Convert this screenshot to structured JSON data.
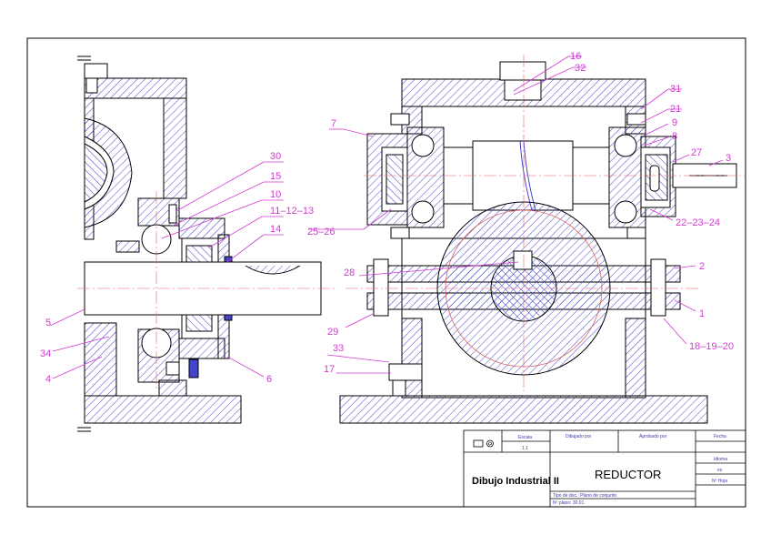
{
  "title_block": {
    "escala_label": "Escala",
    "escala_value": "1:1",
    "dibujado_label": "Dibujado por",
    "aprobado_label": "Aprobado por",
    "fecha_label": "Fecha",
    "idioma_label": "Idioma",
    "idioma_value": "es",
    "hoja_label": "Nº Hoja",
    "course": "Dibujo Industrial II",
    "drawing_title": "REDUCTOR",
    "tipo_doc": "Tipo de doc.: Plano de conjunto",
    "num_plano": "Nº plano: 30.01"
  },
  "callouts": {
    "c1": "1",
    "c2": "2",
    "c3": "3",
    "c4": "4",
    "c5": "5",
    "c6": "6",
    "c7": "7",
    "c8": "8",
    "c9": "9",
    "c10": "10",
    "c11": "11–12–13",
    "c14": "14",
    "c15": "15",
    "c16": "16",
    "c17": "17",
    "c18": "18–19–20",
    "c21": "21",
    "c22": "22–23–24",
    "c25": "25–26",
    "c27": "27",
    "c28": "28",
    "c29": "29",
    "c30": "30",
    "c31": "31",
    "c32": "32",
    "c33": "33",
    "c34": "34"
  },
  "colors": {
    "hatch": "#4444cc",
    "callout": "#d23ad2",
    "centerline": "#e06060",
    "outline": "#000000"
  }
}
